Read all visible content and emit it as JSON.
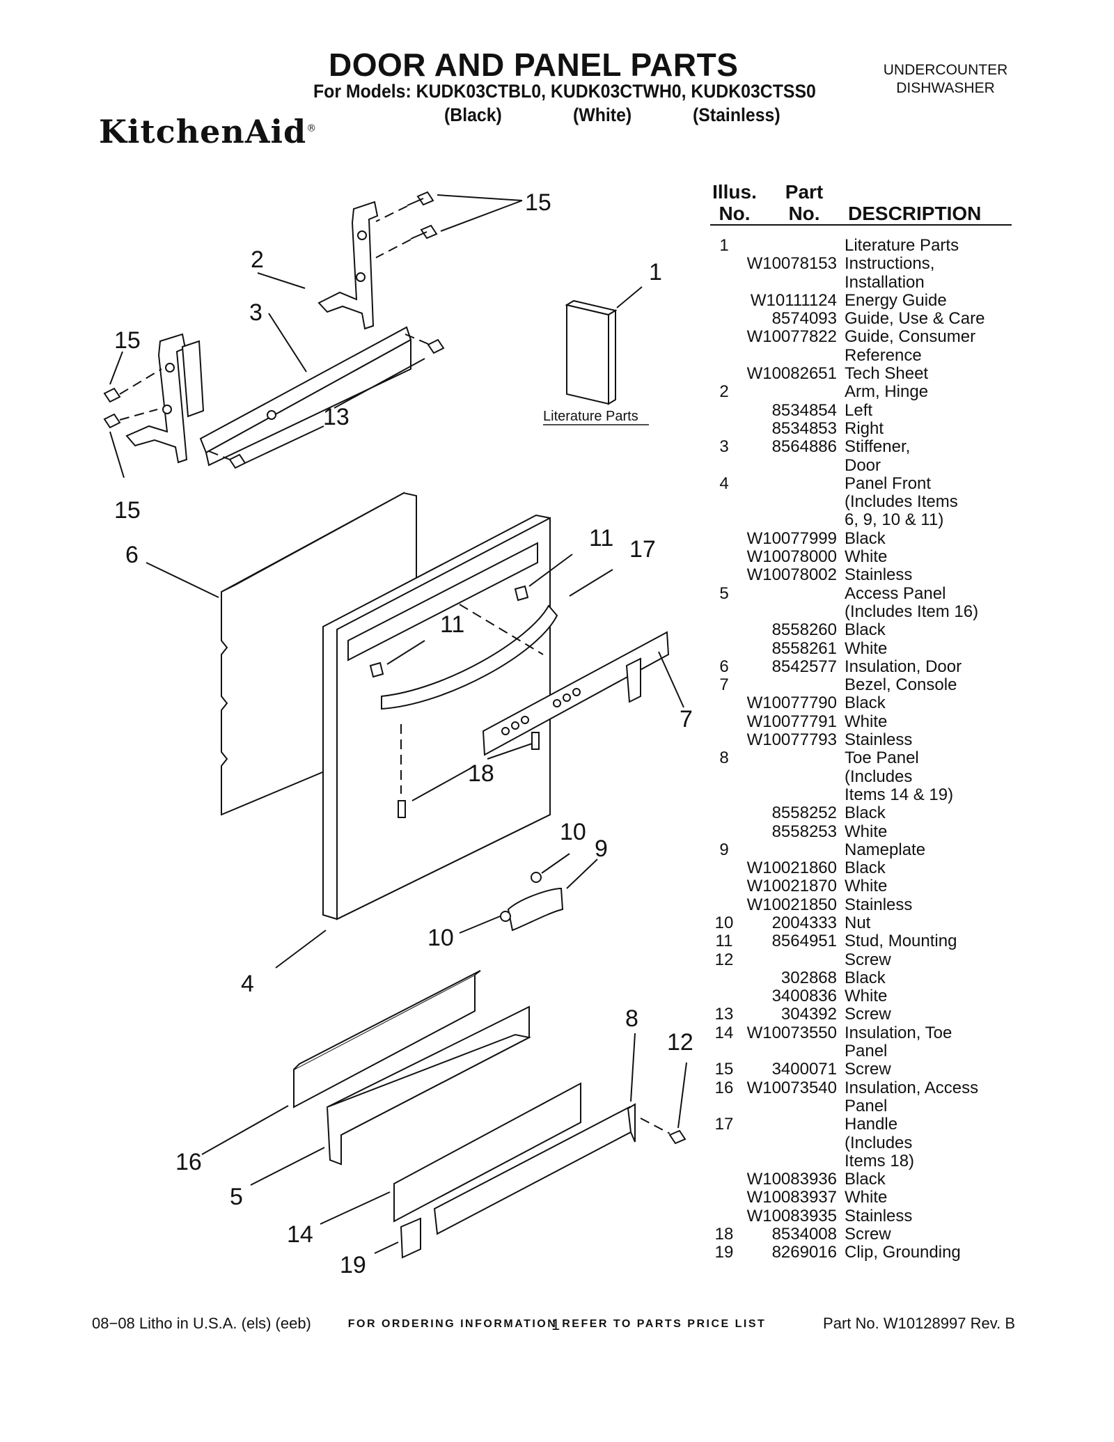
{
  "header": {
    "title": "DOOR AND PANEL PARTS",
    "models": "For Models: KUDK03CTBL0, KUDK03CTWH0, KUDK03CTSS0",
    "colors": [
      "(Black)",
      "(White)",
      "(Stainless)"
    ],
    "product_type_line1": "UNDERCOUNTER",
    "product_type_line2": "DISHWASHER",
    "brand": "KitchenAid",
    "brand_mark": "®"
  },
  "diagram": {
    "callouts": [
      "15",
      "2",
      "3",
      "15",
      "13",
      "15",
      "1",
      "6",
      "11",
      "17",
      "11",
      "7",
      "18",
      "10",
      "9",
      "10",
      "4",
      "8",
      "12",
      "16",
      "5",
      "14",
      "19"
    ],
    "literature_label": "Literature Parts"
  },
  "parts_table": {
    "headers": {
      "illus_line1": "Illus.",
      "illus_line2": "No.",
      "part_line1": "Part",
      "part_line2": "No.",
      "description": "DESCRIPTION"
    },
    "rows": [
      {
        "illus": "1",
        "part": "",
        "desc": "Literature Parts"
      },
      {
        "illus": "",
        "part": "W10078153",
        "desc": "Instructions,"
      },
      {
        "illus": "",
        "part": "",
        "desc": "Installation"
      },
      {
        "illus": "",
        "part": "W10111124",
        "desc": "Energy Guide"
      },
      {
        "illus": "",
        "part": "8574093",
        "desc": "Guide, Use & Care"
      },
      {
        "illus": "",
        "part": "W10077822",
        "desc": "Guide, Consumer"
      },
      {
        "illus": "",
        "part": "",
        "desc": "Reference"
      },
      {
        "illus": "",
        "part": "W10082651",
        "desc": "Tech Sheet"
      },
      {
        "illus": "2",
        "part": "",
        "desc": "Arm, Hinge"
      },
      {
        "illus": "",
        "part": "8534854",
        "desc": "Left"
      },
      {
        "illus": "",
        "part": "8534853",
        "desc": "Right"
      },
      {
        "illus": "3",
        "part": "8564886",
        "desc": "Stiffener,"
      },
      {
        "illus": "",
        "part": "",
        "desc": "Door"
      },
      {
        "illus": "4",
        "part": "",
        "desc": "Panel Front"
      },
      {
        "illus": "",
        "part": "",
        "desc": "(Includes Items"
      },
      {
        "illus": "",
        "part": "",
        "desc": "6, 9, 10 & 11)"
      },
      {
        "illus": "",
        "part": "W10077999",
        "desc": "Black"
      },
      {
        "illus": "",
        "part": "W10078000",
        "desc": "White"
      },
      {
        "illus": "",
        "part": "W10078002",
        "desc": "Stainless"
      },
      {
        "illus": "5",
        "part": "",
        "desc": "Access Panel"
      },
      {
        "illus": "",
        "part": "",
        "desc": "(Includes Item 16)"
      },
      {
        "illus": "",
        "part": "8558260",
        "desc": "Black"
      },
      {
        "illus": "",
        "part": "8558261",
        "desc": "White"
      },
      {
        "illus": "6",
        "part": "8542577",
        "desc": "Insulation, Door"
      },
      {
        "illus": "7",
        "part": "",
        "desc": "Bezel, Console"
      },
      {
        "illus": "",
        "part": "W10077790",
        "desc": "Black"
      },
      {
        "illus": "",
        "part": "W10077791",
        "desc": "White"
      },
      {
        "illus": "",
        "part": "W10077793",
        "desc": "Stainless"
      },
      {
        "illus": "8",
        "part": "",
        "desc": "Toe Panel"
      },
      {
        "illus": "",
        "part": "",
        "desc": "(Includes"
      },
      {
        "illus": "",
        "part": "",
        "desc": "Items 14 & 19)"
      },
      {
        "illus": "",
        "part": "8558252",
        "desc": "Black"
      },
      {
        "illus": "",
        "part": "8558253",
        "desc": "White"
      },
      {
        "illus": "9",
        "part": "",
        "desc": "Nameplate"
      },
      {
        "illus": "",
        "part": "W10021860",
        "desc": "Black"
      },
      {
        "illus": "",
        "part": "W10021870",
        "desc": "White"
      },
      {
        "illus": "",
        "part": "W10021850",
        "desc": "Stainless"
      },
      {
        "illus": "10",
        "part": "2004333",
        "desc": "Nut"
      },
      {
        "illus": "11",
        "part": "8564951",
        "desc": "Stud, Mounting"
      },
      {
        "illus": "12",
        "part": "",
        "desc": "Screw"
      },
      {
        "illus": "",
        "part": "302868",
        "desc": "Black"
      },
      {
        "illus": "",
        "part": "3400836",
        "desc": "White"
      },
      {
        "illus": "13",
        "part": "304392",
        "desc": "Screw"
      },
      {
        "illus": "14",
        "part": "W10073550",
        "desc": "Insulation, Toe"
      },
      {
        "illus": "",
        "part": "",
        "desc": "Panel"
      },
      {
        "illus": "15",
        "part": "3400071",
        "desc": "Screw"
      },
      {
        "illus": "16",
        "part": "W10073540",
        "desc": "Insulation, Access"
      },
      {
        "illus": "",
        "part": "",
        "desc": "Panel"
      },
      {
        "illus": "17",
        "part": "",
        "desc": "Handle"
      },
      {
        "illus": "",
        "part": "",
        "desc": "(Includes"
      },
      {
        "illus": "",
        "part": "",
        "desc": "Items 18)"
      },
      {
        "illus": "",
        "part": "W10083936",
        "desc": "Black"
      },
      {
        "illus": "",
        "part": "W10083937",
        "desc": "White"
      },
      {
        "illus": "",
        "part": "W10083935",
        "desc": "Stainless"
      },
      {
        "illus": "18",
        "part": "8534008",
        "desc": "Screw"
      },
      {
        "illus": "19",
        "part": "8269016",
        "desc": "Clip, Grounding"
      }
    ]
  },
  "footer": {
    "note": "FOR ORDERING INFORMATION REFER TO PARTS PRICE LIST",
    "left": "08−08 Litho in U.S.A. (els) (eeb)",
    "page": "1",
    "right": "Part No. W10128997 Rev. B"
  }
}
